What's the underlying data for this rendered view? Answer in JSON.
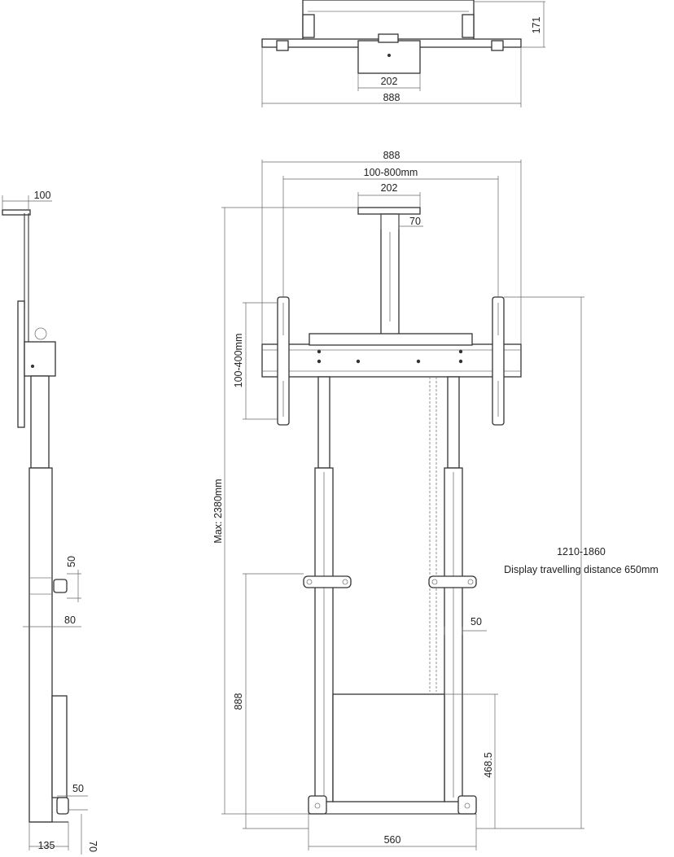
{
  "top_view": {
    "width_total": "888",
    "bracket_width": "202",
    "height": "171"
  },
  "front_view": {
    "width_total": "888",
    "vesa_range": "100-800mm",
    "column_top": "202",
    "column_side": "70",
    "vesa_height": "100-400mm",
    "max_height": "Max: 2380mm",
    "travel_range": "1210-1860",
    "travel_text": "Display travelling distance 650mm",
    "bracket_offset": "50",
    "lower_height": "888",
    "box_height": "468.5",
    "base_width": "560"
  },
  "side_view": {
    "top_depth": "100",
    "bracket_gap": "50",
    "column_depth": "80",
    "foot_gap": "50",
    "base_depth": "135",
    "foot_height": "70"
  }
}
